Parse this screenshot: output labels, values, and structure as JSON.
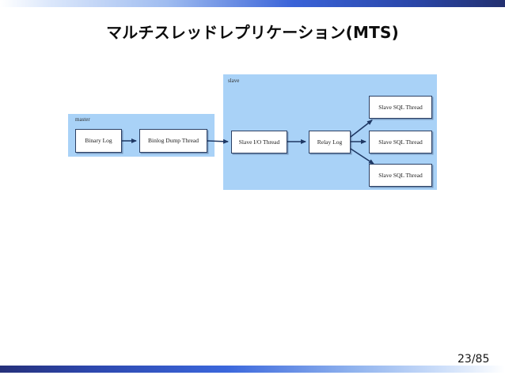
{
  "slide": {
    "title": "マルチスレッドレプリケーション(MTS)",
    "page_number": "23/85",
    "accent_dark": "#23306f",
    "accent_bright": "#3a63d8",
    "zone_fill": "#a9d2f7",
    "node_border": "#2b3f63",
    "arrow_color": "#1f3864"
  },
  "diagram": {
    "type": "flow",
    "zones": [
      {
        "id": "master",
        "label": "master"
      },
      {
        "id": "slave",
        "label": "slave"
      }
    ],
    "nodes": [
      {
        "id": "binary-log",
        "label": "Binary Log",
        "zone": "master"
      },
      {
        "id": "binlog-dump",
        "label": "Binlog Dump Thread",
        "zone": "master"
      },
      {
        "id": "slave-io",
        "label": "Slave I/O Thread",
        "zone": "slave"
      },
      {
        "id": "relay-log",
        "label": "Relay Log",
        "zone": "slave"
      },
      {
        "id": "sql-thread-1",
        "label": "Slave SQL Thread",
        "zone": "slave"
      },
      {
        "id": "sql-thread-2",
        "label": "Slave SQL Thread",
        "zone": "slave"
      },
      {
        "id": "sql-thread-3",
        "label": "Slave SQL Thread",
        "zone": "slave"
      }
    ],
    "edges": [
      {
        "from": "binary-log",
        "to": "binlog-dump"
      },
      {
        "from": "binlog-dump",
        "to": "slave-io"
      },
      {
        "from": "slave-io",
        "to": "relay-log"
      },
      {
        "from": "relay-log",
        "to": "sql-thread-1"
      },
      {
        "from": "relay-log",
        "to": "sql-thread-2"
      },
      {
        "from": "relay-log",
        "to": "sql-thread-3"
      }
    ]
  }
}
